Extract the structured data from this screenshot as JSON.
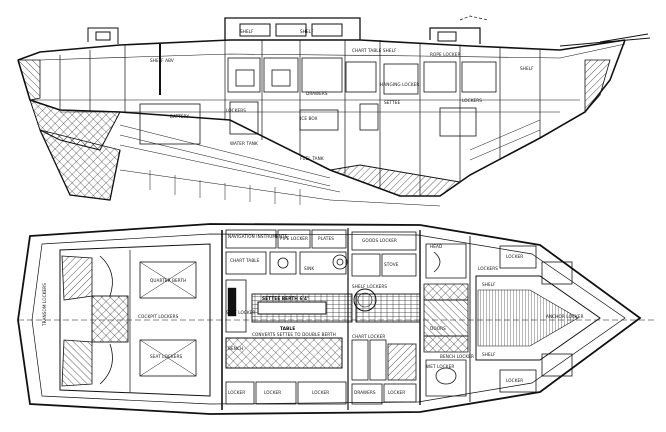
{
  "profile": {
    "labels": {
      "shelf_aft": "SHELF ABV",
      "shelf_1": "SHELF",
      "shelf_2": "SHELF",
      "chart_table_shelf": "CHART TABLE SHELF",
      "hanging_locker": "HANGING LOCKER",
      "settee": "SETTEE",
      "rope_locker": "ROPE LOCKER",
      "lockers": "LOCKERS",
      "ice_box": "ICE BOX",
      "water_tank": "WATER TANK",
      "fuel_tank": "FUEL TANK",
      "drawers": "DRAWERS",
      "lockers_settee": "LOCKERS",
      "shelf_fwd": "SHELF",
      "battery": "BATTERY"
    }
  },
  "plan": {
    "labels": {
      "navigation": "NAVIGATION INSTRUMENTS",
      "pipe_locker": "PIPE LOCKER",
      "plates": "PLATES",
      "goods_locker": "GOODS LOCKER",
      "chart_table": "CHART TABLE",
      "sink": "SINK",
      "stove": "STOVE",
      "head": "HEAD",
      "lockers_lh": "LOCKERS",
      "locker_fwd_1": "LOCKER",
      "locker_fwd_2": "LOCKER",
      "quarter_berth": "QUARTER BERTH",
      "cockpit_lockers": "COCKPIT LOCKERS",
      "settee_berth": "SETTEE BERTH 6'4\"",
      "table": "TABLE",
      "table_note": "CONVERTS SETTEE TO DOUBLE BERTH",
      "seat_lockers": "SEAT LOCKERS",
      "seat_locker_aft": "SEAT LOCKER",
      "bench": "BENCH",
      "locker_1": "LOCKER",
      "locker_2": "LOCKER",
      "locker_3": "LOCKER",
      "locker_4": "LOCKER",
      "drawers": "DRAWERS",
      "shelf_1": "SHELF",
      "shelf_2": "SHELF",
      "chart_locker": "CHART LOCKER",
      "wet_locker": "WET LOCKER",
      "anchor_locker": "ANCHOR LOCKER",
      "bench_locker": "BENCH LOCKER",
      "shelf_lockers": "SHELF LOCKERS",
      "doors": "DOORS",
      "transom": "TRANSOM LOCKERS"
    }
  }
}
